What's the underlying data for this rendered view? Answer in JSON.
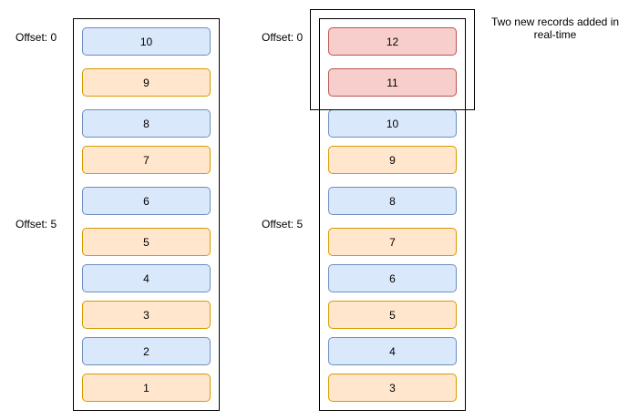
{
  "colors": {
    "blue_fill": "#dae8fc",
    "blue_stroke": "#6c8ebf",
    "orange_fill": "#ffe6cc",
    "orange_stroke": "#d79b00",
    "red_fill": "#f8cecc",
    "red_stroke": "#b85450"
  },
  "left_column": {
    "offset_0_label": "Offset: 0",
    "offset_5_label": "Offset: 5",
    "records": [
      {
        "label": "10",
        "color": "blue"
      },
      {
        "label": "9",
        "color": "orange"
      },
      {
        "label": "8",
        "color": "blue"
      },
      {
        "label": "7",
        "color": "orange"
      },
      {
        "label": "6",
        "color": "blue"
      },
      {
        "label": "5",
        "color": "orange"
      },
      {
        "label": "4",
        "color": "blue"
      },
      {
        "label": "3",
        "color": "orange"
      },
      {
        "label": "2",
        "color": "blue"
      },
      {
        "label": "1",
        "color": "orange"
      }
    ]
  },
  "right_column": {
    "offset_0_label": "Offset: 0",
    "offset_5_label": "Offset: 5",
    "records": [
      {
        "label": "12",
        "color": "red"
      },
      {
        "label": "11",
        "color": "red"
      },
      {
        "label": "10",
        "color": "blue"
      },
      {
        "label": "9",
        "color": "orange"
      },
      {
        "label": "8",
        "color": "blue"
      },
      {
        "label": "7",
        "color": "orange"
      },
      {
        "label": "6",
        "color": "blue"
      },
      {
        "label": "5",
        "color": "orange"
      },
      {
        "label": "4",
        "color": "blue"
      },
      {
        "label": "3",
        "color": "orange"
      }
    ]
  },
  "annotation": {
    "text": "Two new records added in real-time"
  }
}
